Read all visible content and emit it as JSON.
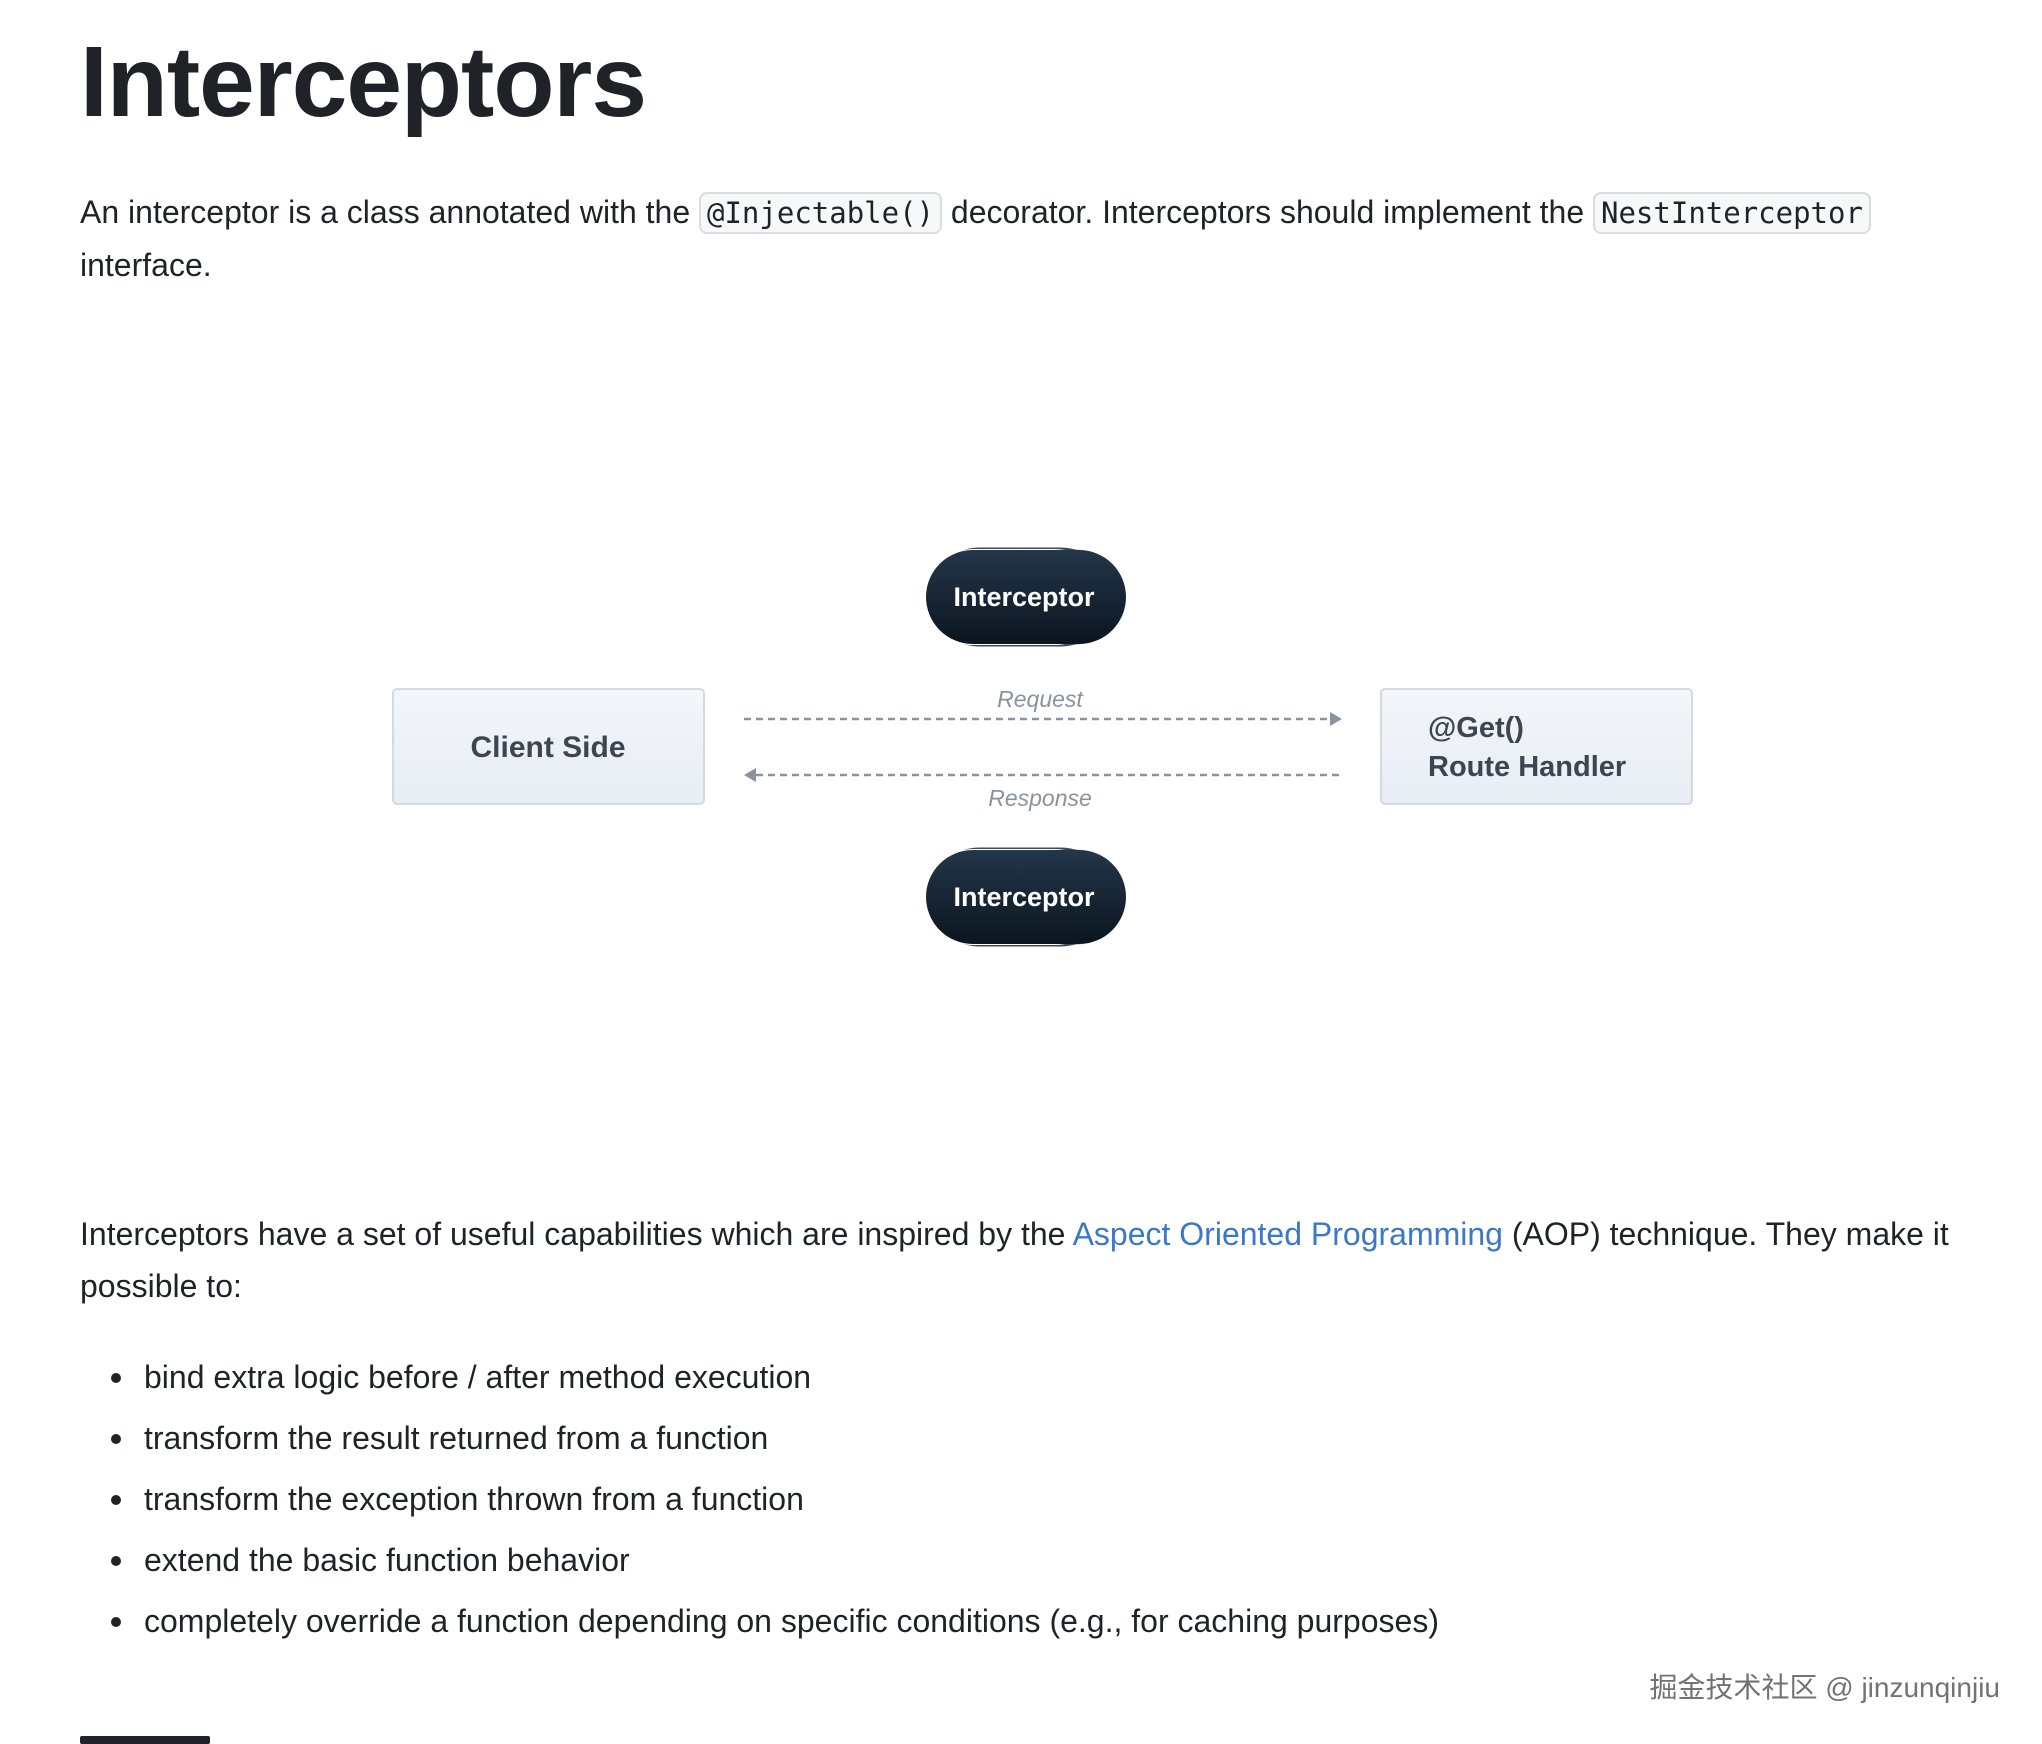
{
  "page": {
    "title": "Interceptors"
  },
  "intro": {
    "text_before": "An interceptor is a class annotated with the ",
    "code_injectable": "@Injectable()",
    "text_middle": " decorator. Interceptors should implement the ",
    "code_interface": "NestInterceptor",
    "text_after": " interface."
  },
  "diagram": {
    "interceptor_top_label": "Interceptor",
    "interceptor_bottom_label": "Interceptor",
    "client_label": "Client Side",
    "handler_line1": "@Get()",
    "handler_line2": "Route Handler",
    "request_label": "Request",
    "response_label": "Response"
  },
  "capabilities": {
    "text_before": "Interceptors have a set of useful capabilities which are inspired by the ",
    "link_text": "Aspect Oriented Programming",
    "text_after": " (AOP) technique. They make it possible to:",
    "items": [
      "bind extra logic before / after method execution",
      "transform the result returned from a function",
      "transform the exception thrown from a function",
      "extend the basic function behavior",
      "completely override a function depending on specific conditions (e.g., for caching purposes)"
    ]
  },
  "watermark": "掘金技术社区 @ jinzunqinjiu",
  "colors": {
    "text": "#1f2328",
    "link": "#3b78c6",
    "pill_dark": "#0f1a26",
    "box_fill": "#eef3f8",
    "box_border": "#d3dae2"
  }
}
